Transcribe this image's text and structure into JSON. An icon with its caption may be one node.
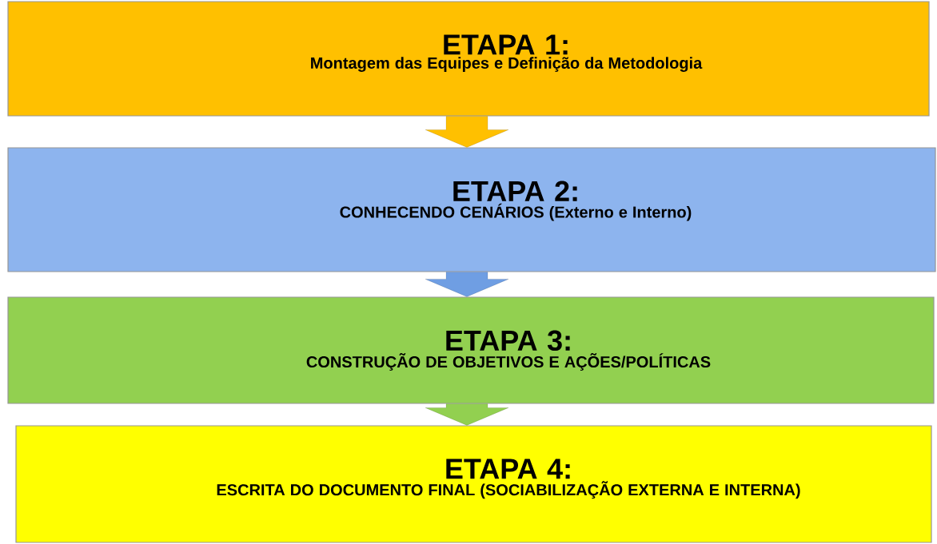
{
  "diagram": {
    "nodes": [
      {
        "text": [
          "ETAPA 1:",
          "Montagem das Equipes e Definição da Metodologia"
        ]
      },
      {
        "text": [
          "ETAPA 2:",
          "CONHECENDO CENÁRIOS (Externo e Interno)"
        ]
      },
      {
        "text": [
          "ETAPA 3:",
          "CONSTRUÇÃO DE OBJETIVOS E AÇÕES/POLÍTICAS"
        ]
      },
      {
        "text": [
          "ETAPA 4:",
          "ESCRITA DO DOCUMENTO FINAL (SOCIABILIZAÇÃO EXTERNA E INTERNA)"
        ]
      }
    ],
    "edges": [
      {
        "from": 0,
        "to": 1,
        "arrow": "to",
        "color": "#ffc000"
      },
      {
        "from": 1,
        "to": 2,
        "arrow": "to",
        "color": "#6f9ee3"
      },
      {
        "from": 2,
        "to": 3,
        "arrow": "to",
        "color": "#92d050"
      }
    ]
  }
}
